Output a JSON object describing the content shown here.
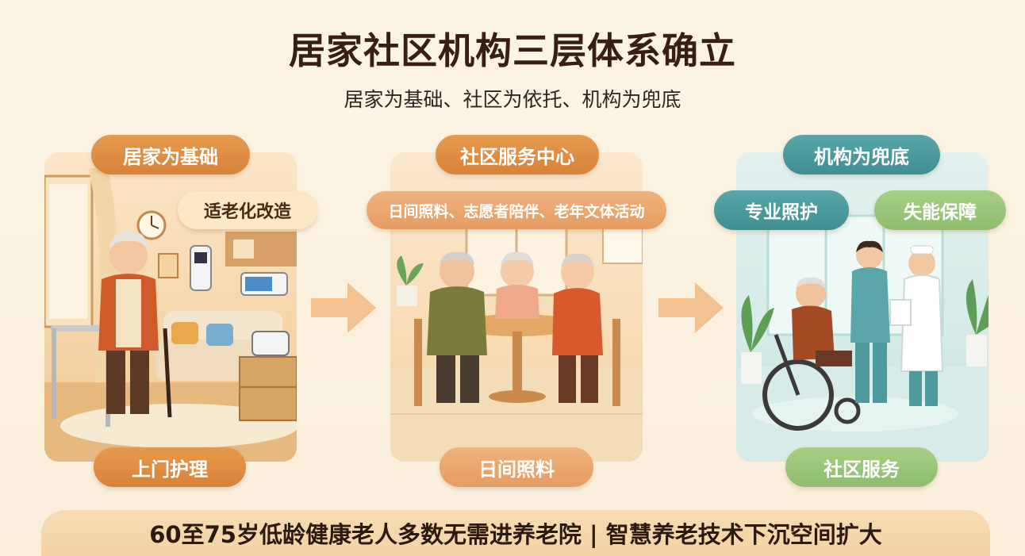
{
  "title": "居家社区机构三层体系确立",
  "subtitle": "居家为基础、社区为依托、机构为兜底",
  "panels": [
    {
      "top_label": "居家为基础",
      "tag": "适老化改造",
      "bottom_label": "上门护理"
    },
    {
      "top_label": "社区服务中心",
      "tag": "日间照料、志愿者陪伴、老年文体活动",
      "bottom_label": "日间照料"
    },
    {
      "top_label": "机构为兜底",
      "tag_left": "专业照护",
      "tag_right": "失能保障",
      "bottom_label": "社区服务"
    }
  ],
  "footer": "60至75岁低龄健康老人多数无需进养老院 | 智慧养老技术下沉空间扩大",
  "colors": {
    "orange": "#d8823a",
    "teal": "#3f8e92",
    "green": "#8dbd6c",
    "background": "#fbf1df"
  }
}
